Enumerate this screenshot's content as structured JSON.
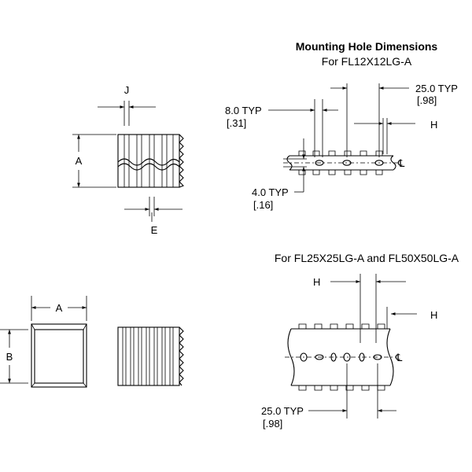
{
  "titles": {
    "mounting_hole": "Mounting Hole Dimensions",
    "for_small": "For FL12X12LG-A",
    "for_large": "For FL25X25LG-A and FL50X50LG-A"
  },
  "labels": {
    "J": "J",
    "A": "A",
    "E": "E",
    "B": "B",
    "H": "H",
    "centerline": "℄"
  },
  "dims": {
    "typ_25": "25.0 TYP",
    "typ_25_in": "[.98]",
    "typ_8": "8.0 TYP",
    "typ_8_in": "[.31]",
    "typ_4": "4.0 TYP",
    "typ_4_in": "[.16]"
  }
}
